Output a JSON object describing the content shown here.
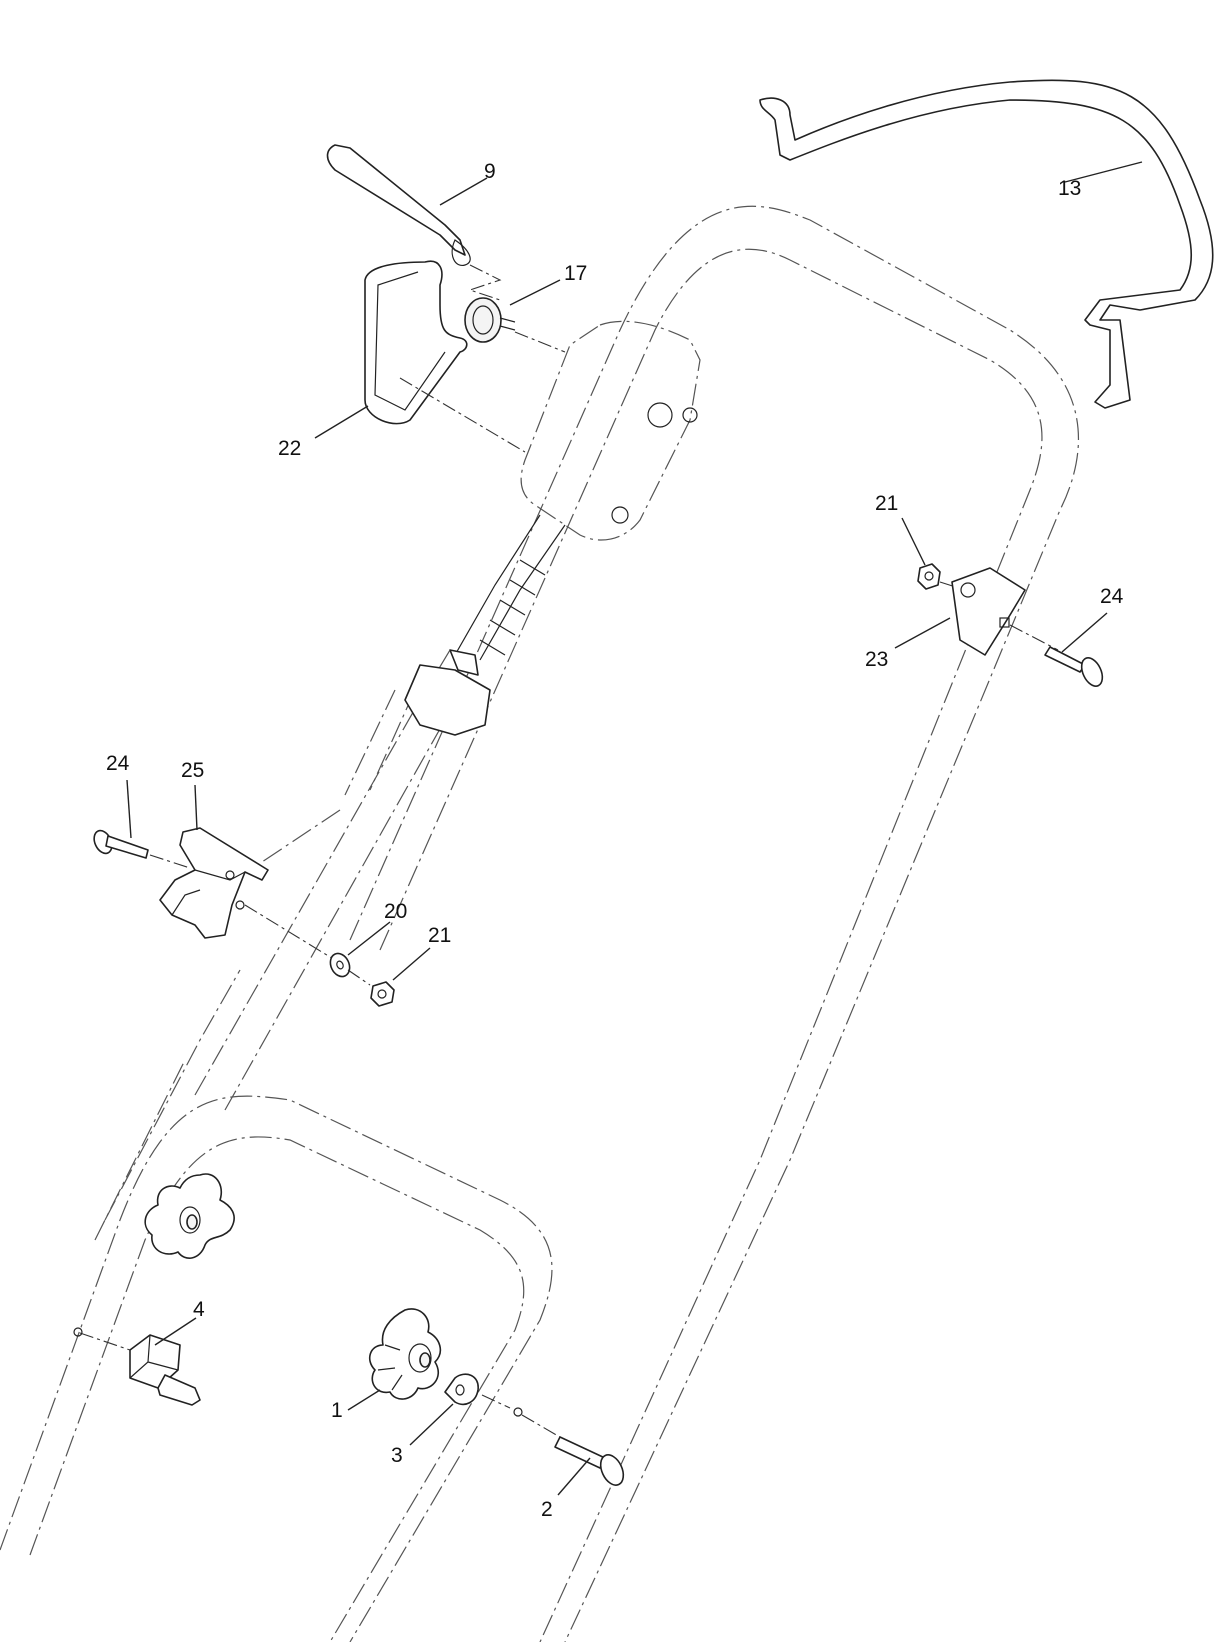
{
  "callouts": {
    "c9": "9",
    "c13": "13",
    "c17": "17",
    "c22": "22",
    "c21a": "21",
    "c24a": "24",
    "c23": "23",
    "c24b": "24",
    "c25": "25",
    "c20": "20",
    "c21b": "21",
    "c4": "4",
    "c1": "1",
    "c3": "3",
    "c2": "2"
  }
}
